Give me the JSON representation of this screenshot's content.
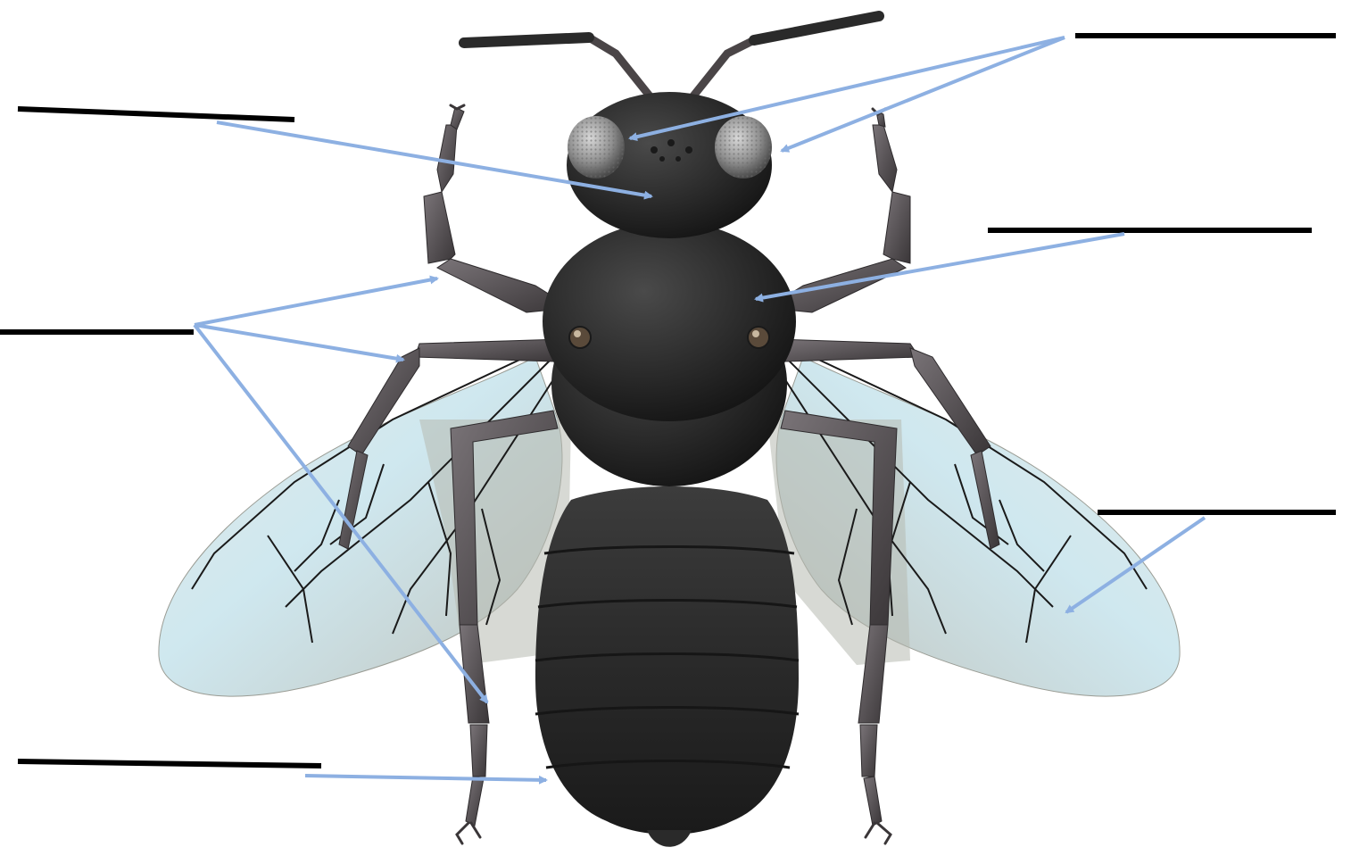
{
  "diagram": {
    "subject": "bee",
    "colors": {
      "background": "#ffffff",
      "label_line": "#000000",
      "arrow": "#8db0e2",
      "body": "#2a2a2a",
      "leg": "#5a5558",
      "wing": "#c9ccc4",
      "wing_tint": "#bfe0ea",
      "vein": "#1a1a1a",
      "eye": "#9a9a9a"
    },
    "blank_labels": [
      {
        "id": "head",
        "text": ""
      },
      {
        "id": "legs",
        "text": ""
      },
      {
        "id": "abdomen",
        "text": ""
      },
      {
        "id": "eyes",
        "text": ""
      },
      {
        "id": "thorax",
        "text": ""
      },
      {
        "id": "wings",
        "text": ""
      }
    ]
  }
}
